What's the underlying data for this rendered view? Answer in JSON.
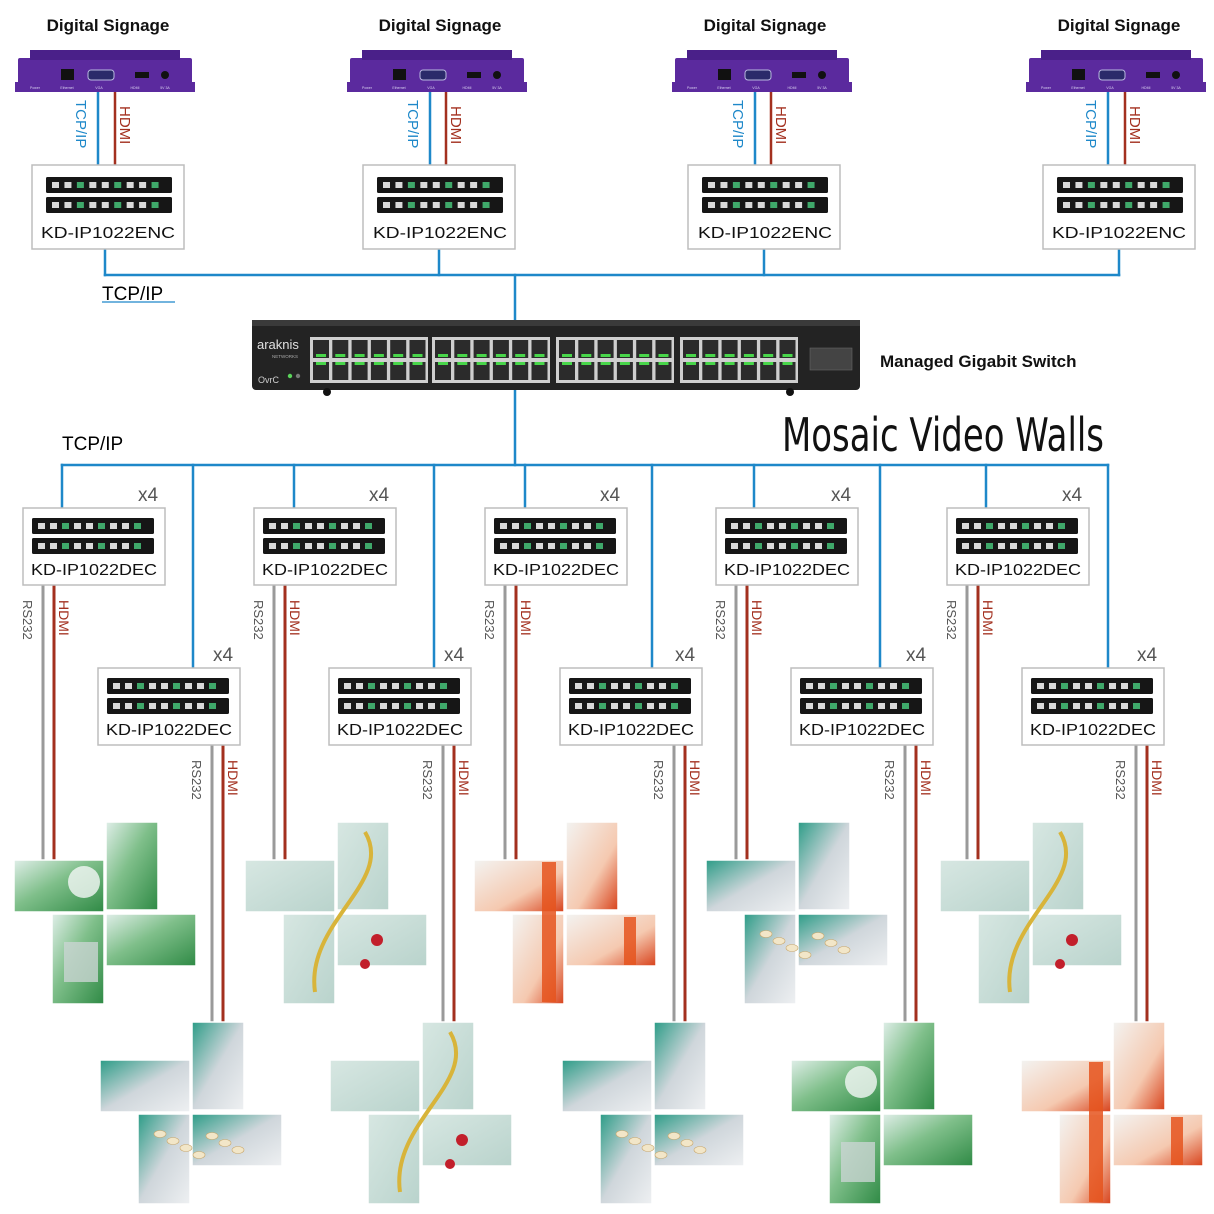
{
  "signage": {
    "label": "Digital Signage",
    "port_labels": [
      "Power",
      "Ethernet",
      "VGA",
      "HDMI",
      "5V 3A"
    ]
  },
  "links": {
    "tcp_ip": "TCP/IP",
    "hdmi": "HDMI",
    "rs232": "RS232"
  },
  "encoder": {
    "model": "KD-IP1022ENC"
  },
  "decoder": {
    "model": "KD-IP1022DEC",
    "quantity": "x4"
  },
  "switch": {
    "label": "Managed Gigabit Switch",
    "brand": "araknis",
    "brand_sub": "NETWORKS",
    "vendor_logo": "OvrC"
  },
  "network": {
    "tcp_ip_top": "TCP/IP",
    "tcp_ip_bottom": "TCP/IP"
  },
  "headline": "Mosaic Video Walls",
  "colors": {
    "tcp_ip": "#1e88c9",
    "hdmi": "#a3301f",
    "rs232": "#9a9a9a",
    "signage_device": "#5b2a9e",
    "switch_body": "#232323",
    "box_border": "#bdbdbd"
  },
  "wall_themes": [
    "surgery",
    "stethoscope",
    "lab",
    "pills",
    "stethoscope",
    "pills",
    "stethoscope",
    "pills",
    "surgery",
    "lab"
  ]
}
